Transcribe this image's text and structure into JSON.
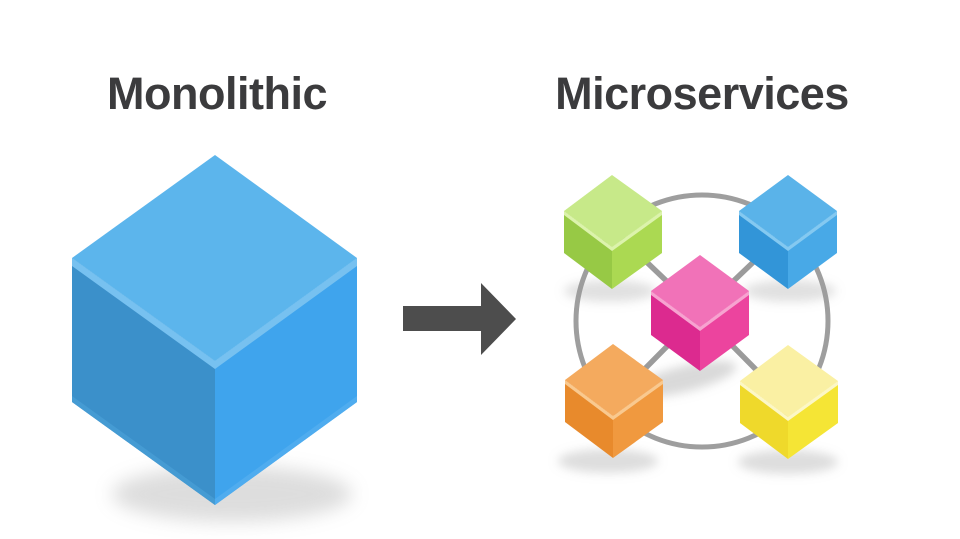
{
  "left_panel": {
    "title": "Monolithic"
  },
  "right_panel": {
    "title": "Microservices"
  },
  "colors": {
    "background": "#ffffff",
    "title_text": "#3b3b3d",
    "arrow": "#4d4d4d",
    "ring": "#9e9e9e",
    "connector": "#9b9b9b",
    "shadow": "#9a9a9a"
  },
  "monolith_cube": {
    "id": "monolith-block",
    "top": "#5cb5ec",
    "left": "#3b90ca",
    "right": "#3fa4ed",
    "bevel": "#77c1f0",
    "bevel_bottom_left": "#459bd3",
    "bevel_bottom_right": "#4facef"
  },
  "microservice_cubes": [
    {
      "id": "service-green",
      "position": "top-left",
      "top": "#c7e989",
      "left": "#97c945",
      "right": "#abd952",
      "bevel": "#dcf3ac"
    },
    {
      "id": "service-blue",
      "position": "top-right",
      "top": "#5ab3e9",
      "left": "#3295d8",
      "right": "#48a9e7",
      "bevel": "#84c9f1"
    },
    {
      "id": "service-pink",
      "position": "center",
      "top": "#f172b8",
      "left": "#dc2a8f",
      "right": "#ec449e",
      "bevel": "#f7a3d0"
    },
    {
      "id": "service-orange",
      "position": "bottom-left",
      "top": "#f4aa5e",
      "left": "#e88a2c",
      "right": "#f0993f",
      "bevel": "#f9c98f"
    },
    {
      "id": "service-yellow",
      "position": "bottom-right",
      "top": "#faf0a3",
      "left": "#efd92b",
      "right": "#f5e535",
      "bevel": "#fcf7c6"
    }
  ]
}
